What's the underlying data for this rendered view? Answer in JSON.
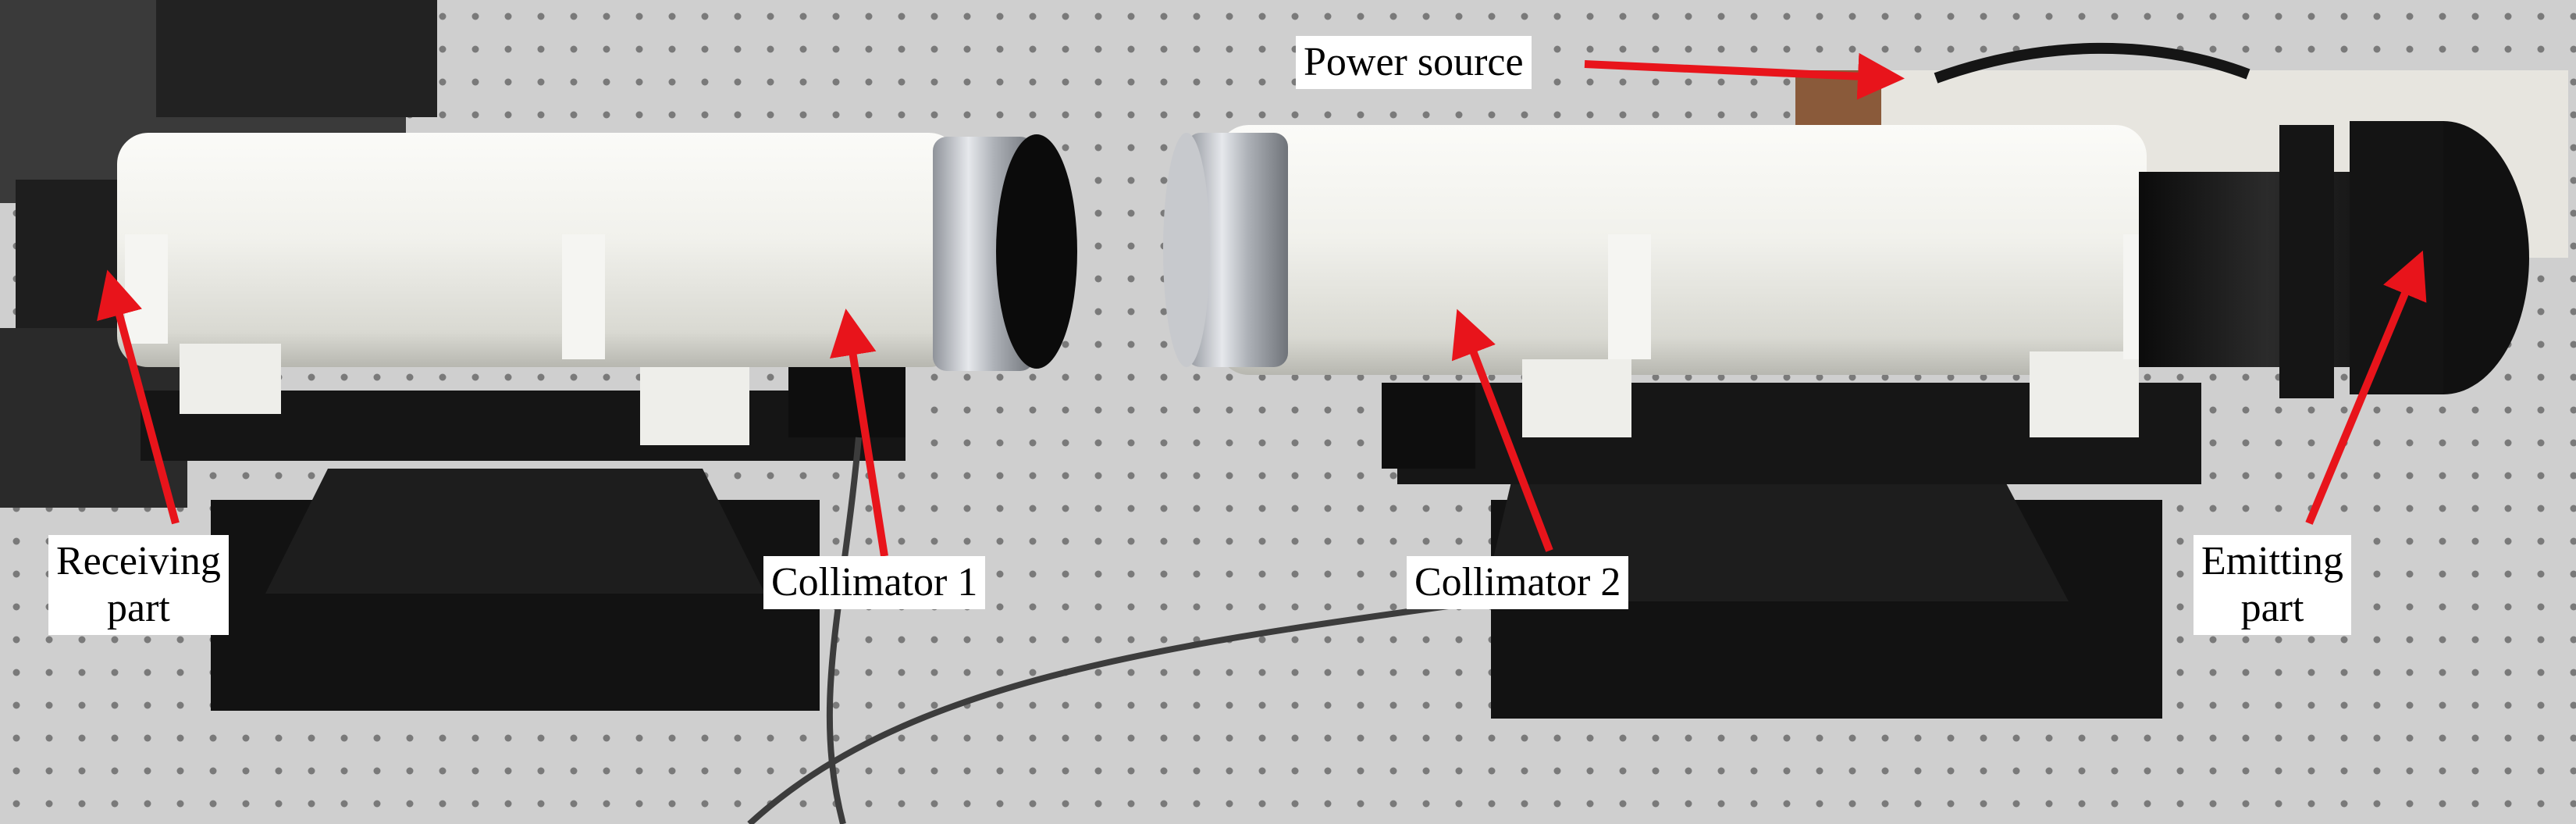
{
  "labels": {
    "power_source": "Power source",
    "receiving_part": "Receiving\npart",
    "collimator_1": "Collimator 1",
    "collimator_2": "Collimator 2",
    "emitting_part": "Emitting\npart"
  },
  "colors": {
    "arrow": "#e8141b",
    "tube": "#f3f3ef",
    "table": "#c9c9c9",
    "mount": "#1c1c1c",
    "ring": "#b9bcc2"
  }
}
